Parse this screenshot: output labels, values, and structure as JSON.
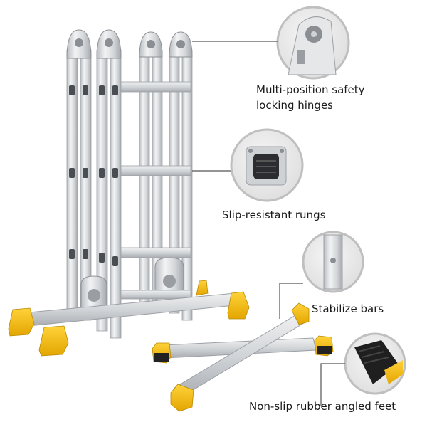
{
  "callouts": [
    {
      "id": "hinges",
      "label_line1": "Multi-position safety",
      "label_line2": "locking hinges",
      "icon": "hinge-closeup"
    },
    {
      "id": "rungs",
      "label_line1": "Slip-resistant rungs",
      "icon": "rung-closeup"
    },
    {
      "id": "bars",
      "label_line1": "Stabilize bars",
      "icon": "bar-closeup"
    },
    {
      "id": "feet",
      "label_line1": "Non-slip rubber angled feet",
      "icon": "foot-closeup"
    }
  ],
  "colors": {
    "aluminum": "#d9dcdf",
    "aluminum_dark": "#a9adb2",
    "foot_yellow": "#f5b800",
    "foot_black": "#222222",
    "callout_line": "#555555",
    "circle_border": "#bfbfbf"
  }
}
